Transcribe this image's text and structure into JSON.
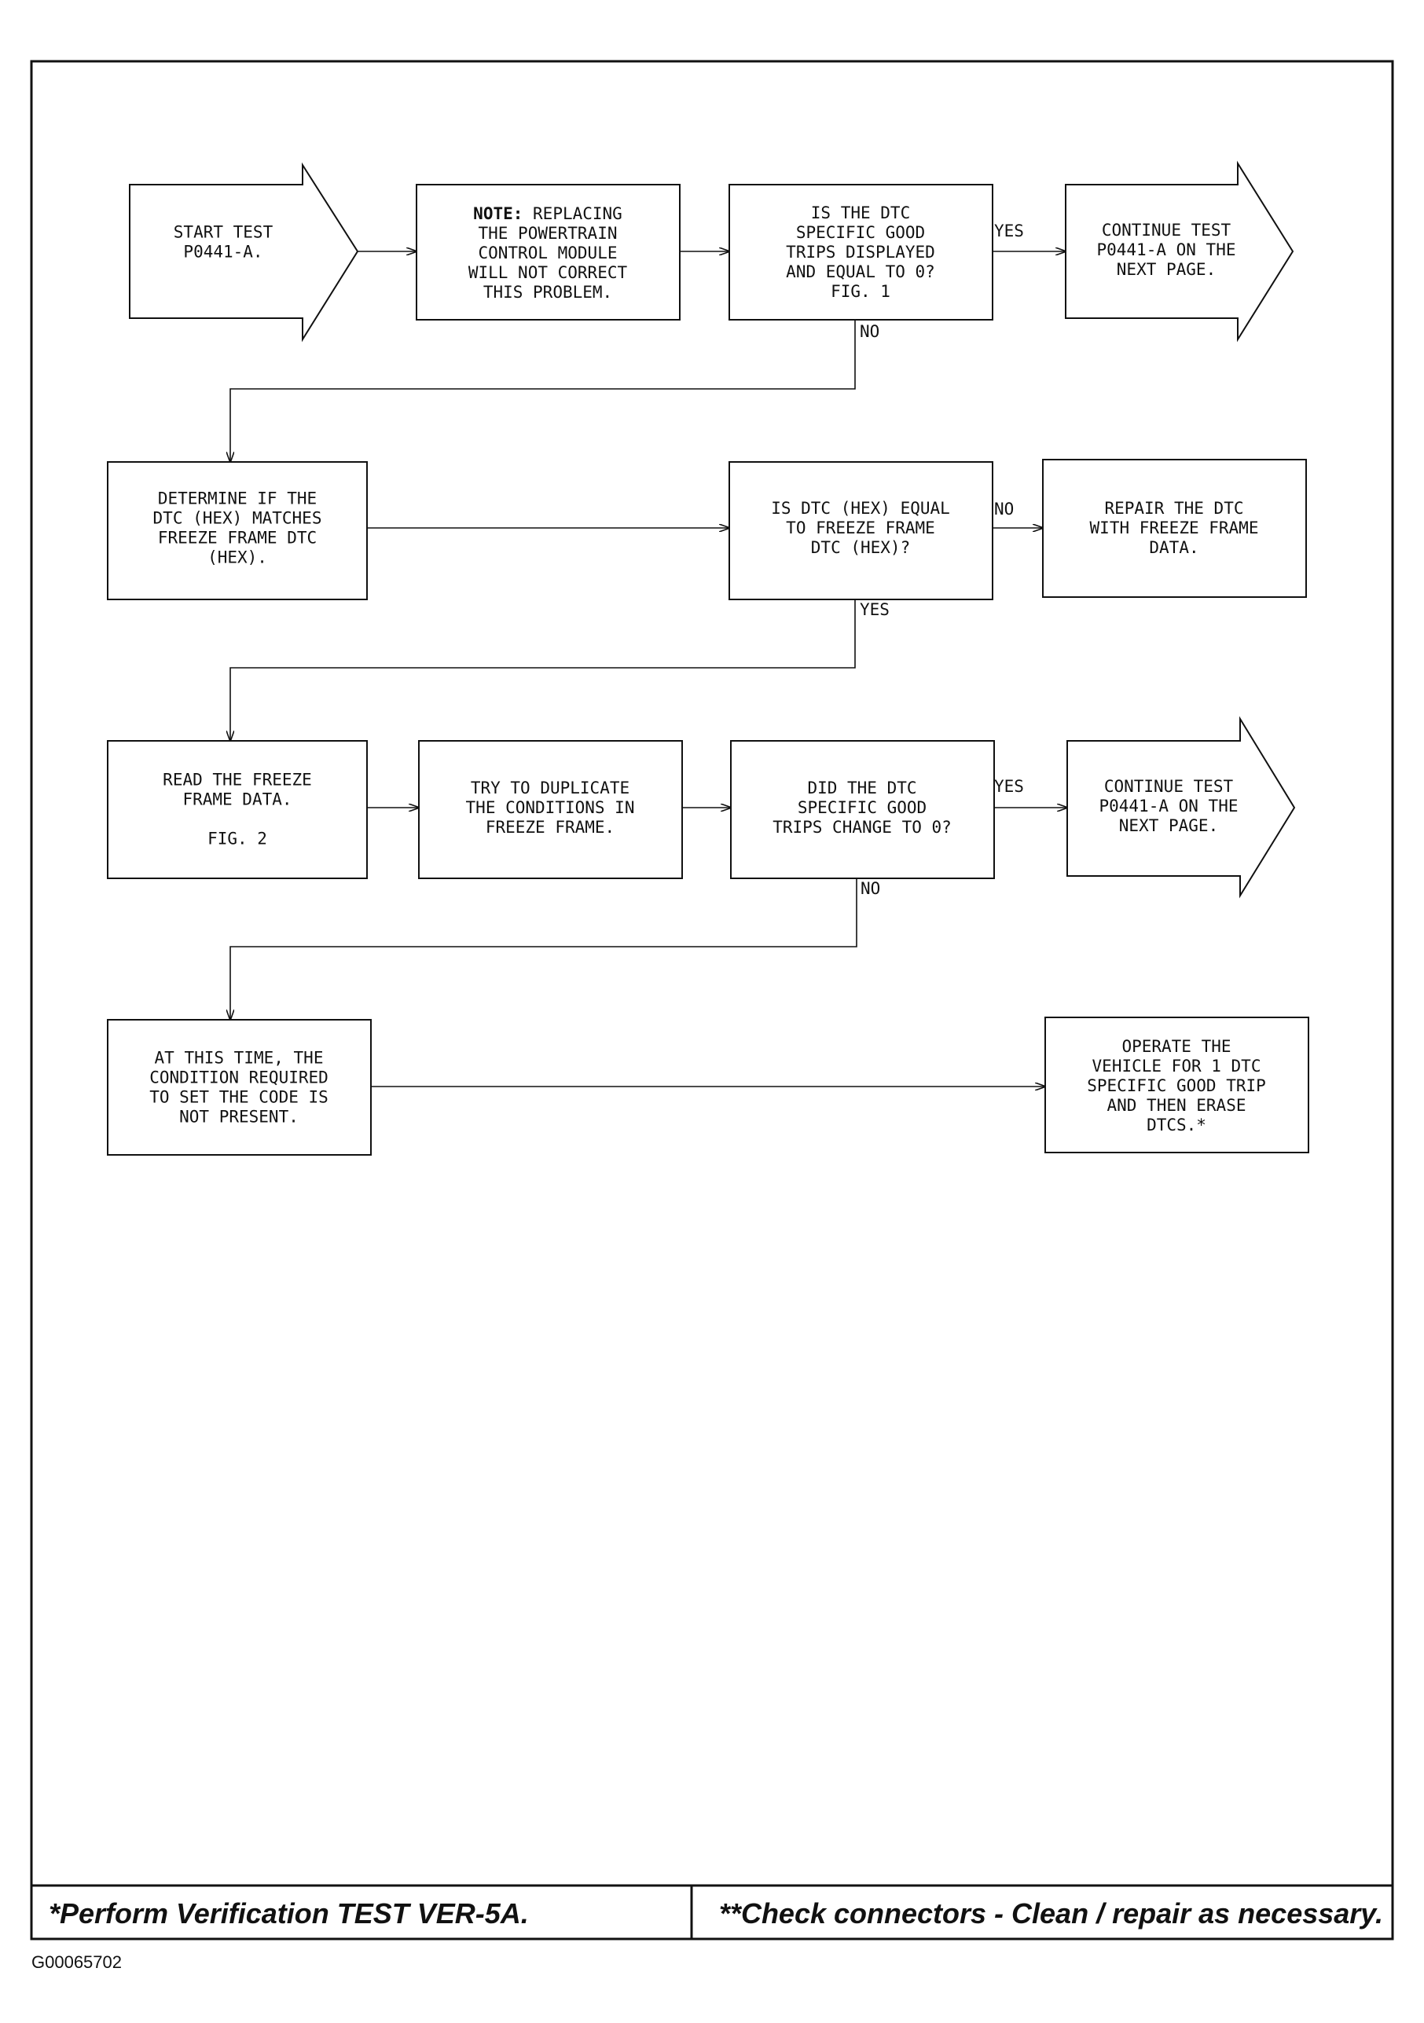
{
  "nodes": {
    "start_test": {
      "lines": [
        "START TEST",
        "P0441-A."
      ]
    },
    "note_replacing": {
      "bold_prefix": "NOTE:",
      "lines": [
        "REPLACING",
        "THE POWERTRAIN",
        "CONTROL MODULE",
        "WILL NOT CORRECT",
        "THIS PROBLEM."
      ]
    },
    "is_dtc_good_trips": {
      "lines": [
        "IS THE DTC",
        "SPECIFIC GOOD",
        "TRIPS DISPLAYED",
        "AND EQUAL TO 0?",
        "FIG. 1"
      ]
    },
    "continue_test_1": {
      "lines": [
        "CONTINUE TEST",
        "P0441-A ON THE",
        "NEXT PAGE."
      ]
    },
    "determine_dtc_hex": {
      "lines": [
        "DETERMINE IF THE",
        "DTC (HEX) MATCHES",
        "FREEZE FRAME DTC",
        "(HEX)."
      ]
    },
    "is_dtc_hex_equal": {
      "lines": [
        "IS DTC (HEX) EQUAL",
        "TO FREEZE FRAME",
        "DTC (HEX)?"
      ]
    },
    "repair_dtc": {
      "lines": [
        "REPAIR THE DTC",
        "WITH FREEZE FRAME",
        "DATA."
      ]
    },
    "read_freeze_frame": {
      "lines": [
        "READ THE FREEZE",
        "FRAME DATA.",
        "",
        "FIG. 2"
      ]
    },
    "try_duplicate": {
      "lines": [
        "TRY TO DUPLICATE",
        "THE CONDITIONS IN",
        "FREEZE FRAME."
      ]
    },
    "did_trips_change": {
      "lines": [
        "DID THE DTC",
        "SPECIFIC GOOD",
        "TRIPS CHANGE TO 0?"
      ]
    },
    "continue_test_2": {
      "lines": [
        "CONTINUE TEST",
        "P0441-A ON THE",
        "NEXT PAGE."
      ]
    },
    "condition_not_present": {
      "lines": [
        "AT THIS TIME, THE",
        "CONDITION REQUIRED",
        "TO SET THE CODE IS",
        "NOT PRESENT."
      ]
    },
    "operate_vehicle": {
      "lines": [
        "OPERATE THE",
        "VEHICLE FOR 1 DTC",
        "SPECIFIC GOOD TRIP",
        "AND THEN ERASE",
        "DTCS.*"
      ]
    }
  },
  "edge_labels": {
    "yes_1": "YES",
    "no_1": "NO",
    "no_2": "NO",
    "yes_2": "YES",
    "yes_3": "YES",
    "no_3": "NO"
  },
  "footer": {
    "left": "*Perform Verification TEST VER-5A.",
    "right": "**Check connectors - Clean / repair as necessary."
  },
  "figure_id": "G00065702"
}
